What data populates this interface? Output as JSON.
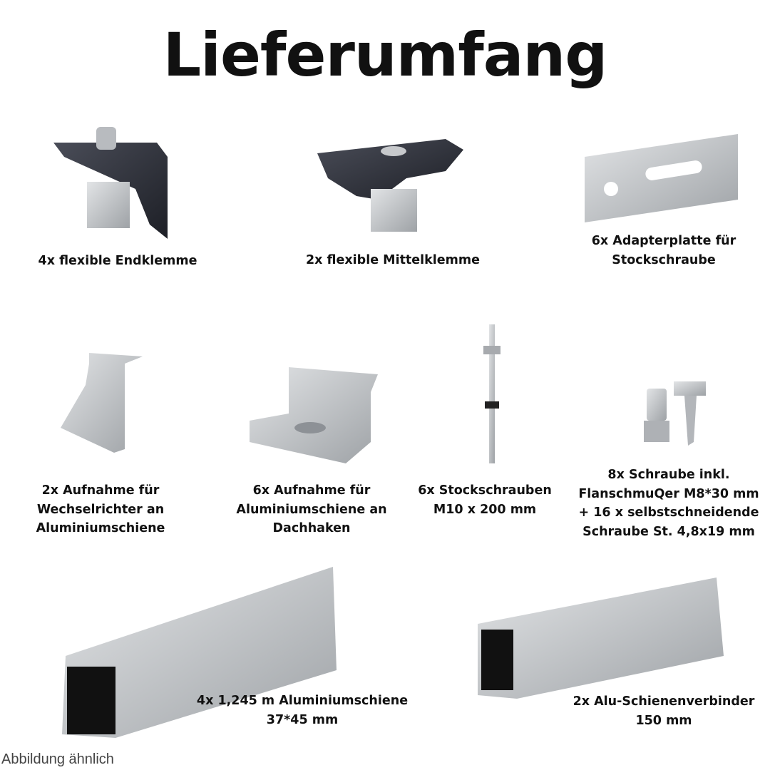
{
  "title": "Lieferumfang",
  "items": [
    {
      "lines": [
        "4x  flexible Endklemme"
      ]
    },
    {
      "lines": [
        "2x  flexible Mittelklemme"
      ]
    },
    {
      "lines": [
        "6x Adapterplatte für",
        "Stockschraube"
      ]
    },
    {
      "lines": [
        "2x Aufnahme für",
        "Wechselrichter an",
        "Aluminiumschiene"
      ]
    },
    {
      "lines": [
        "6x Aufnahme für",
        "Aluminiumschiene an",
        "Dachhaken"
      ]
    },
    {
      "lines": [
        "6x Stockschrauben",
        "M10 x 200 mm"
      ]
    },
    {
      "lines": [
        "8x Schraube inkl.",
        "FlanschmuQer M8*30 mm",
        "+ 16 x selbstschneidende",
        "Schraube St. 4,8x19 mm"
      ]
    },
    {
      "lines": [
        "4x 1,245 m Aluminiumschiene",
        "37*45 mm"
      ]
    },
    {
      "lines": [
        "2x Alu-Schienenverbinder",
        "150 mm"
      ]
    }
  ],
  "footer_note": "Abbildung ähnlich",
  "colors": {
    "dark_part": "#2b2d36",
    "aluminium": "#b9bcc0",
    "text": "#111111"
  }
}
